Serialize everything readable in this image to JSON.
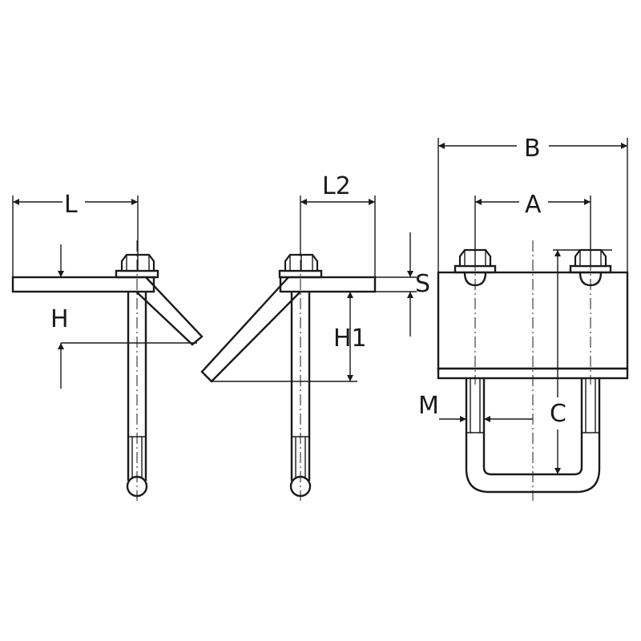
{
  "dimension_labels": {
    "L": "L",
    "H": "H",
    "L2": "L2",
    "H1": "H1",
    "S": "S",
    "B": "B",
    "A": "A",
    "M": "M",
    "C": "C"
  },
  "line_color": "#1a1a1a",
  "background_color": "#ffffff"
}
